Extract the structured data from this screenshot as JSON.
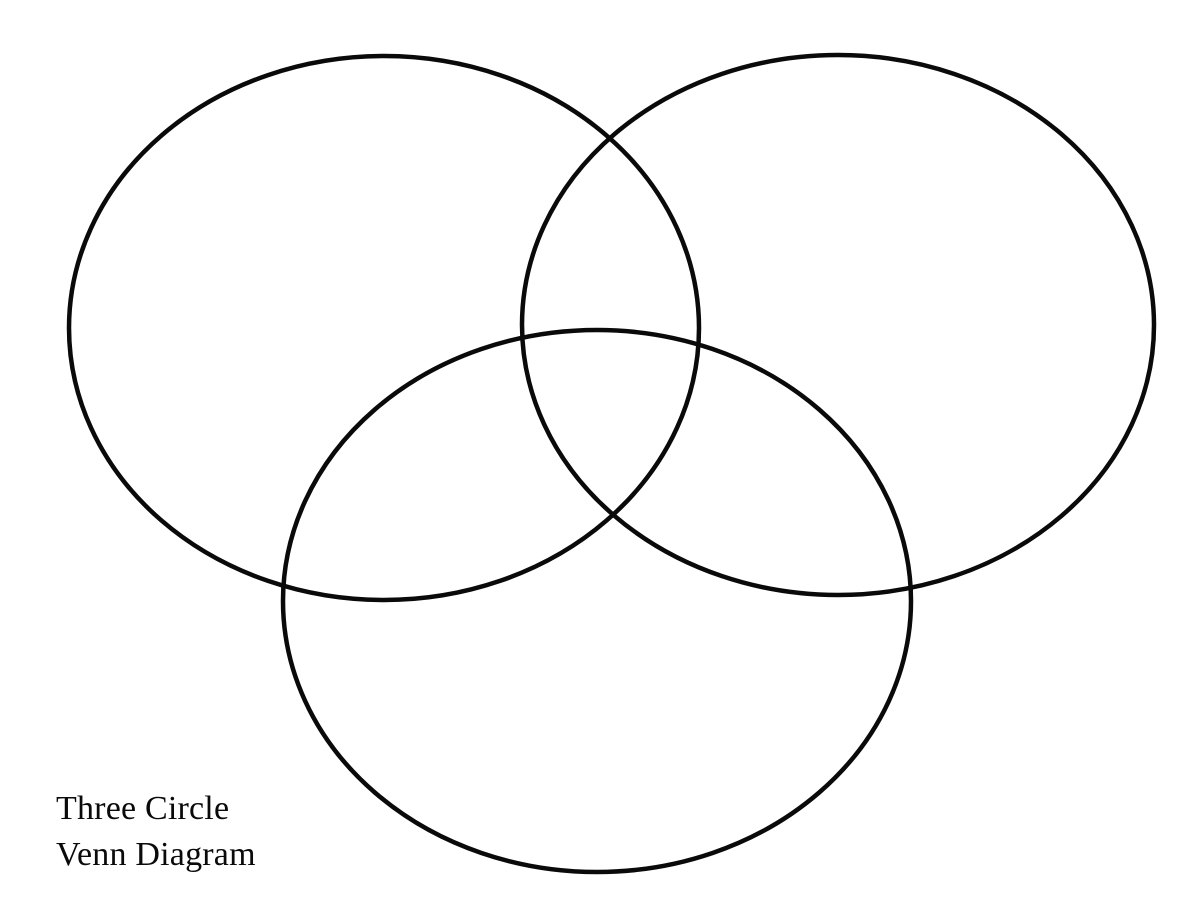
{
  "diagram": {
    "type": "venn",
    "circle_count": 3,
    "stroke_color": "#0a0a0a",
    "background_color": "#ffffff",
    "circles": [
      {
        "name": "top-left-circle"
      },
      {
        "name": "top-right-circle"
      },
      {
        "name": "bottom-circle"
      }
    ]
  },
  "caption": {
    "line1": "Three Circle",
    "line2": "Venn Diagram"
  }
}
